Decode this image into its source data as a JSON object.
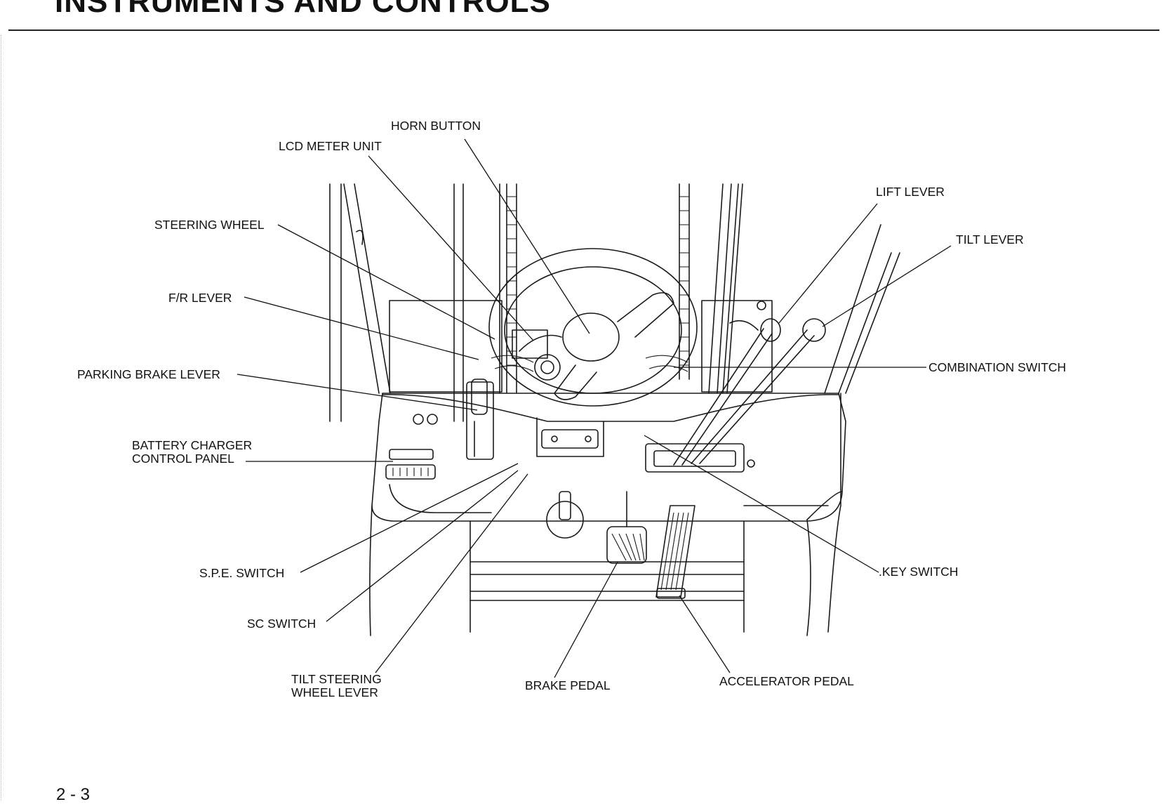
{
  "header": {
    "title": "INSTRUMENTS AND CONTROLS"
  },
  "page": {
    "number": "2 - 3"
  },
  "labels": {
    "horn_button": "HORN BUTTON",
    "lcd_meter_unit": "LCD METER UNIT",
    "lift_lever": "LIFT LEVER",
    "tilt_lever": "TILT LEVER",
    "steering_wheel": "STEERING WHEEL",
    "fr_lever": "F/R LEVER",
    "combination_switch": "COMBINATION SWITCH",
    "parking_brake_lever": "PARKING BRAKE LEVER",
    "battery_charger_line1": "BATTERY CHARGER",
    "battery_charger_line2": "CONTROL PANEL",
    "spe_switch": "S.P.E. SWITCH",
    "key_switch": ".KEY SWITCH",
    "sc_switch": "SC SWITCH",
    "tilt_steering_line1": "TILT STEERING",
    "tilt_steering_line2": "WHEEL LEVER",
    "brake_pedal": "BRAKE PEDAL",
    "accelerator_pedal": "ACCELERATOR PEDAL"
  }
}
